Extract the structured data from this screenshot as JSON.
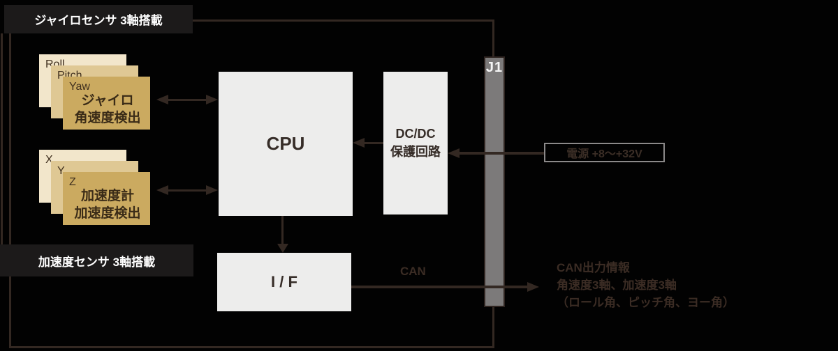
{
  "banners": {
    "gyro": "ジャイロセンサ 3軸搭載",
    "accel": "加速度センサ 3軸搭載"
  },
  "sensor_stacks": {
    "gyro": {
      "layers": [
        "Roll",
        "Pitch",
        "Yaw"
      ],
      "title": [
        "ジャイロ",
        "角速度検出"
      ]
    },
    "accel": {
      "layers": [
        "X",
        "Y",
        "Z"
      ],
      "title": [
        "加速度計",
        "加速度検出"
      ]
    }
  },
  "blocks": {
    "cpu": "CPU",
    "dcdc": [
      "DC/DC",
      "保護回路"
    ],
    "interface": "I / F",
    "connector": "J1"
  },
  "annotations": {
    "power_label": "電源 +8〜+32V",
    "can_bus_label": "CAN",
    "can_output": [
      "CAN出力情報",
      "角速度3軸、加速度3軸",
      "（ロール角、ピッチ角、ヨー角）"
    ]
  },
  "colors": {
    "background": "#020202",
    "banner_bg": "#1c1a1a",
    "card_back": "#f2e6cb",
    "card_mid": "#dfc894",
    "card_front": "#cbaa60",
    "card_text": "#3a2b17",
    "block_bg": "#ededec",
    "block_text": "#362d28",
    "line": "#332822",
    "connector_fill": "#7c7a7a",
    "connector_border": "#2e2420",
    "power_border": "#8b8989",
    "annotation_text": "#3b2c24"
  }
}
